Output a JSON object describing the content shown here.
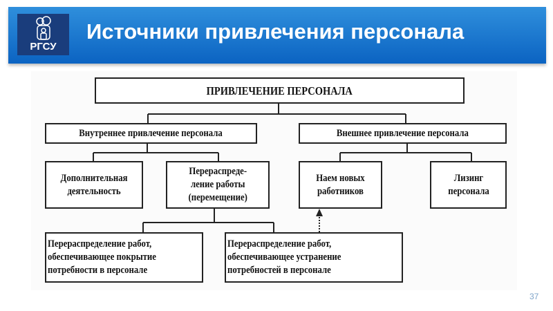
{
  "header": {
    "title": "Источники привлечения персонала",
    "logo_text": "РГСУ"
  },
  "diagram": {
    "root": "ПРИВЛЕЧЕНИЕ ПЕРСОНАЛА",
    "internal": "Внутреннее привлечение персонала",
    "external": "Внешнее привлечение персонала",
    "additional": "Дополнительная\nдеятельность",
    "redistribution": "Перераспреде-\nление работы\n(перемещение)",
    "hiring": "Наем новых\nработников",
    "leasing": "Лизинг\nперсонала",
    "cover": "Перераспределение работ,\nобеспечивающее покрытие\nпотребности в персонале",
    "eliminate": "Перераспределение работ,\nобеспечивающее устранение\nпотребностей в персонале"
  },
  "footer": {
    "page_number": "37"
  }
}
